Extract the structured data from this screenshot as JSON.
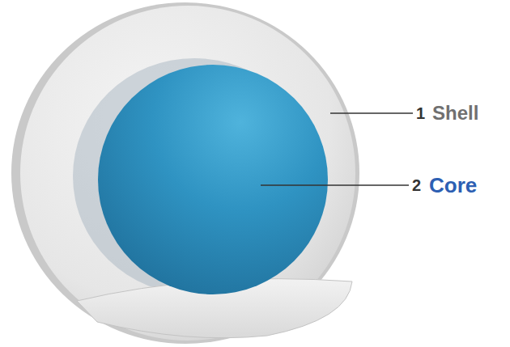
{
  "diagram": {
    "labels": [
      "1",
      "Shell",
      "2",
      "Core"
    ]
  }
}
